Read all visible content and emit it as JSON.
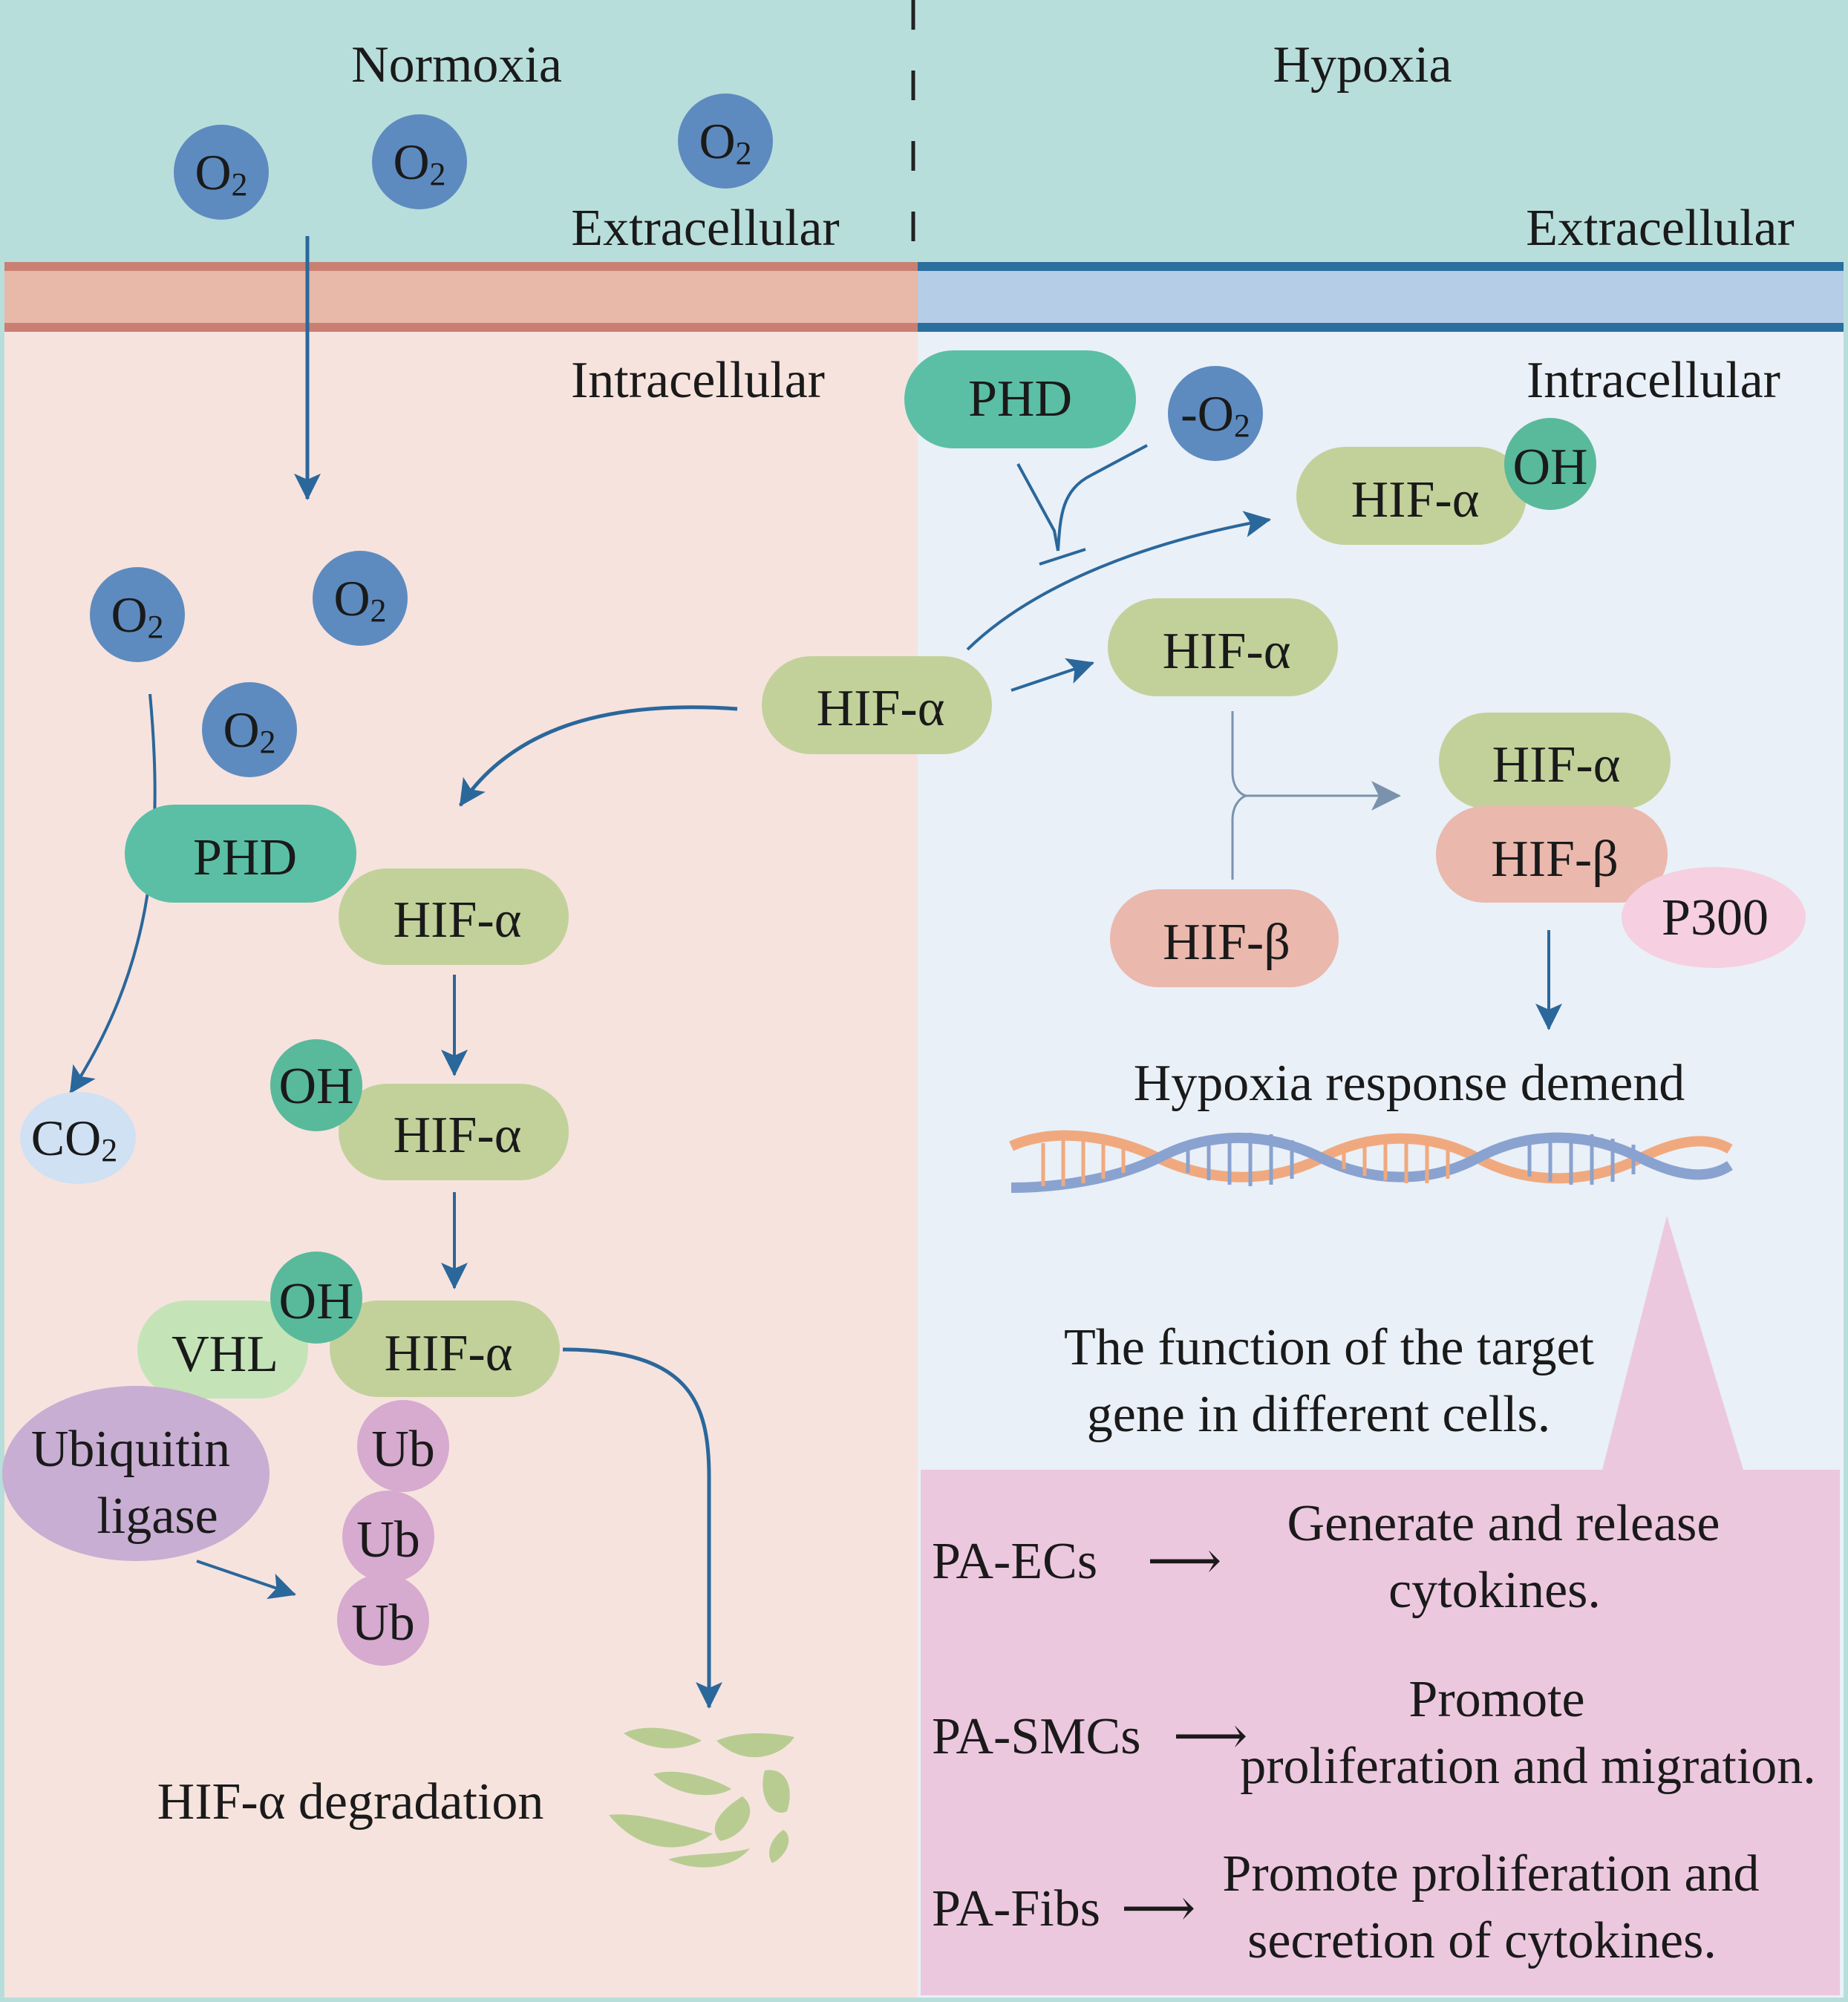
{
  "colors": {
    "extracellular_bg": "#b8dedb",
    "normoxia_intracellular_bg": "#f6e3de",
    "hypoxia_intracellular_bg": "#e9f0f7",
    "normoxia_membrane": "#e8b8a8",
    "normoxia_membrane_edge": "#c98072",
    "hypoxia_membrane": "#b5cde6",
    "hypoxia_membrane_edge": "#2a6f9e",
    "o2": "#5d8bbf",
    "phd": "#5bbfa5",
    "oh": "#59b99b",
    "hif_alpha": "#c2d19a",
    "hif_beta": "#eab8ad",
    "p300": "#f6cfe0",
    "vhl": "#c4e4b8",
    "ubiquitin_ligase": "#c8aed3",
    "ub": "#d7aad0",
    "co2": "#cfe1f3",
    "target_panel": "#ecc8df",
    "arrow": "#2a679b",
    "dna_orange": "#f0a97e",
    "dna_blue": "#8aa2cf",
    "degradation": "#b8cc92"
  },
  "normoxia": {
    "title": "Normoxia",
    "extracellular": "Extracellular",
    "intracellular": "Intracellular",
    "o2": {
      "main": "O",
      "sub": "2"
    },
    "phd": "PHD",
    "hif_alpha": "HIF-α",
    "oh": "OH",
    "vhl": "VHL",
    "ubiquitin_ligase_line1": "Ubiquitin",
    "ubiquitin_ligase_line2": "ligase",
    "ub": "Ub",
    "co2": {
      "main": "CO",
      "sub": "2"
    },
    "degradation": "HIF-α degradation"
  },
  "hypoxia": {
    "title": "Hypoxia",
    "extracellular": "Extracellular",
    "intracellular": "Intracellular",
    "phd": "PHD",
    "minus_o2": {
      "main": "-O",
      "sub": "2"
    },
    "hif_alpha": "HIF-α",
    "hif_beta": "HIF-β",
    "oh": "OH",
    "p300": "P300",
    "response": "Hypoxia response demend",
    "target_function_line1": "The function of the target",
    "target_function_line2": "gene in different cells.",
    "cells": [
      {
        "name": "PA-ECs",
        "arrow": "⟶",
        "line1": "Generate and release",
        "line2": "cytokines."
      },
      {
        "name": "PA-SMCs",
        "arrow": "⟶",
        "line1": "Promote",
        "line2": "proliferation and migration."
      },
      {
        "name": "PA-Fibs",
        "arrow": "⟶",
        "line1": "Promote proliferation and",
        "line2": "secretion of cytokines."
      }
    ]
  }
}
